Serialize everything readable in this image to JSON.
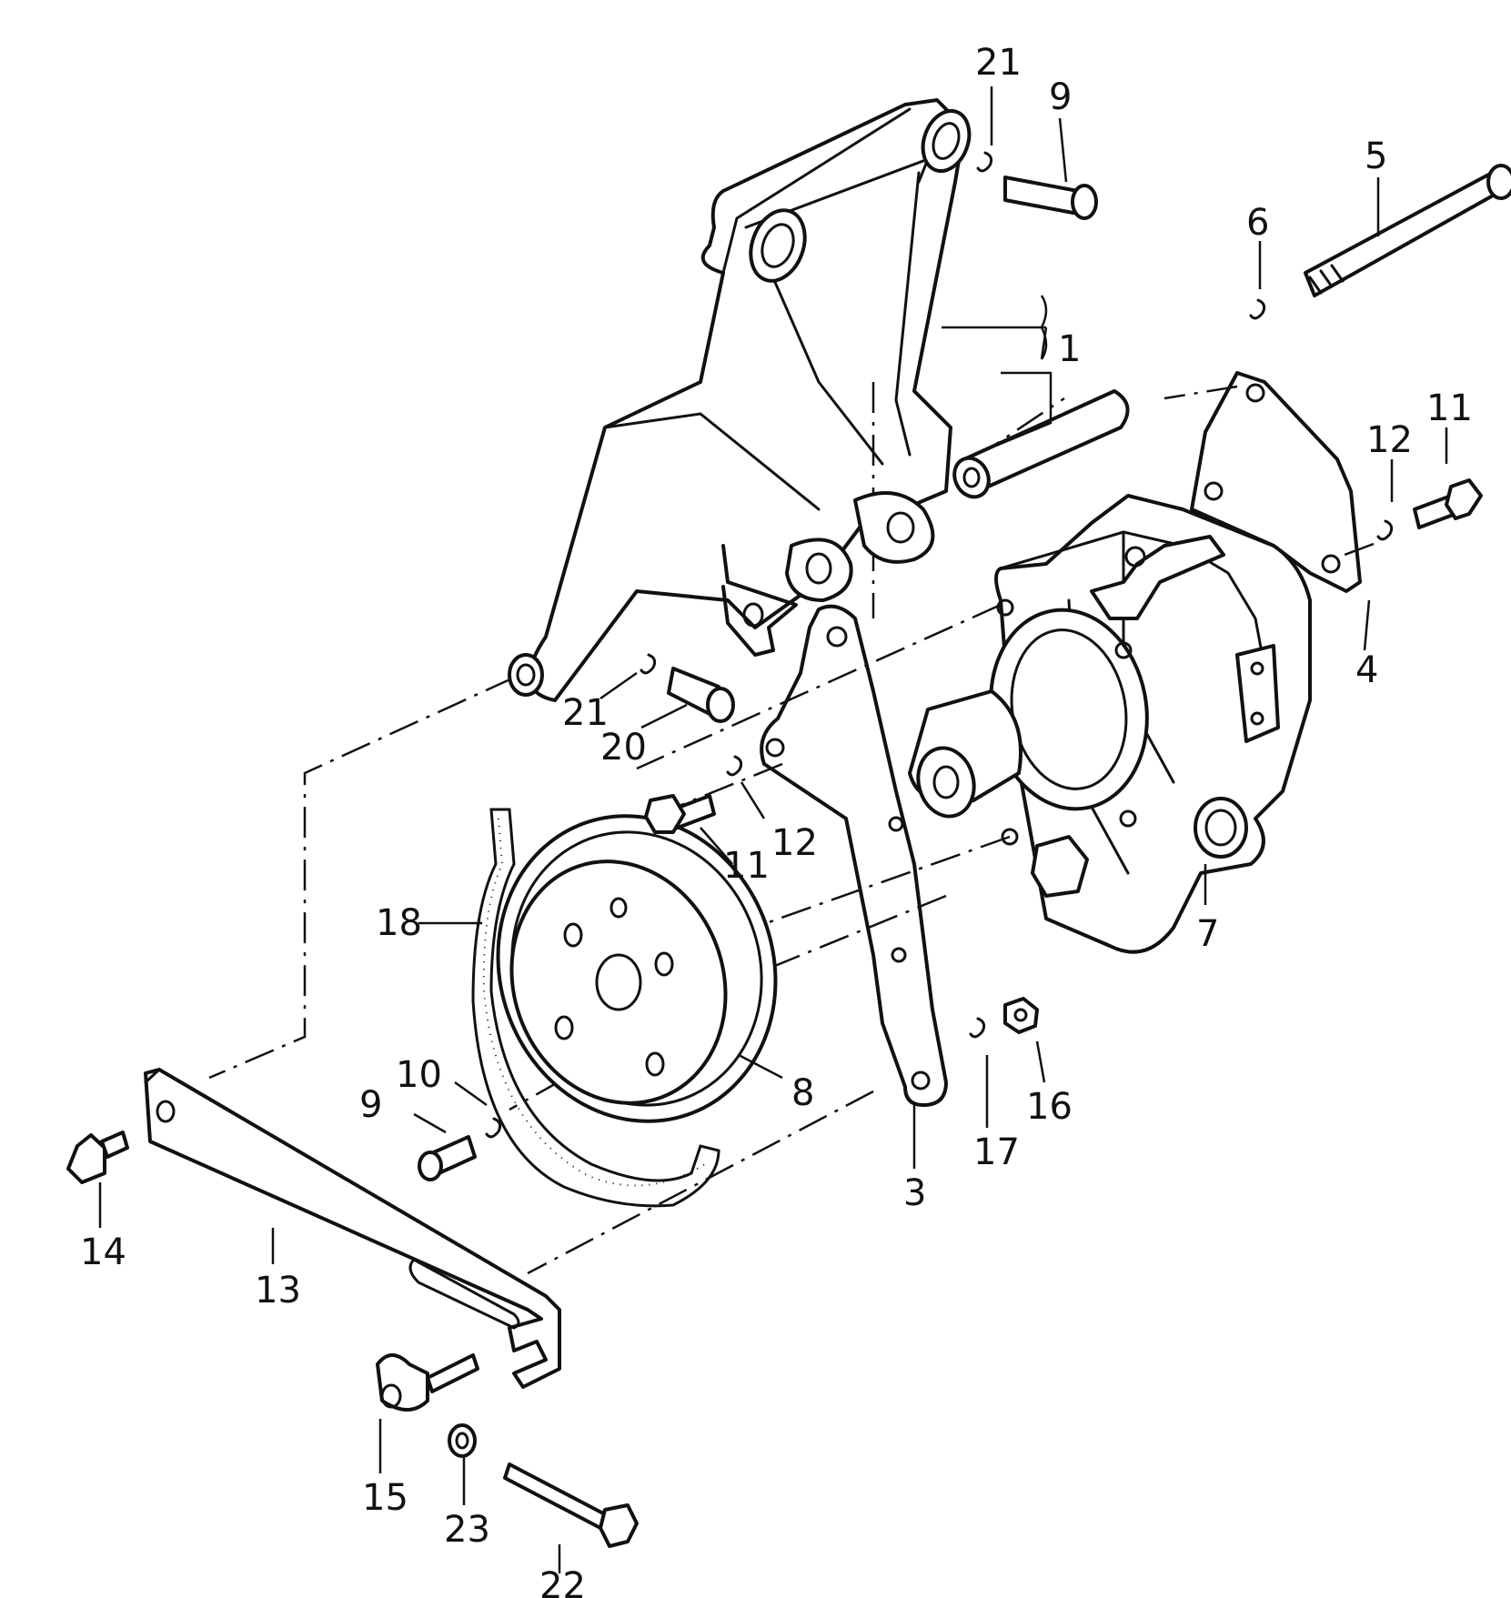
{
  "callouts": [
    {
      "id": "c21a",
      "text": "21"
    },
    {
      "id": "c9a",
      "text": "9"
    },
    {
      "id": "c5",
      "text": "5"
    },
    {
      "id": "c6",
      "text": "6"
    },
    {
      "id": "c1",
      "text": "1"
    },
    {
      "id": "c11a",
      "text": "11"
    },
    {
      "id": "c12a",
      "text": "12"
    },
    {
      "id": "c4",
      "text": "4"
    },
    {
      "id": "c21b",
      "text": "21"
    },
    {
      "id": "c20",
      "text": "20"
    },
    {
      "id": "c12b",
      "text": "12"
    },
    {
      "id": "c11b",
      "text": "11"
    },
    {
      "id": "c7",
      "text": "7"
    },
    {
      "id": "c18",
      "text": "18"
    },
    {
      "id": "c8",
      "text": "8"
    },
    {
      "id": "c10",
      "text": "10"
    },
    {
      "id": "c9b",
      "text": "9"
    },
    {
      "id": "c3",
      "text": "3"
    },
    {
      "id": "c17",
      "text": "17"
    },
    {
      "id": "c16",
      "text": "16"
    },
    {
      "id": "c14",
      "text": "14"
    },
    {
      "id": "c13",
      "text": "13"
    },
    {
      "id": "c15",
      "text": "15"
    },
    {
      "id": "c23",
      "text": "23"
    },
    {
      "id": "c22",
      "text": "22"
    }
  ]
}
